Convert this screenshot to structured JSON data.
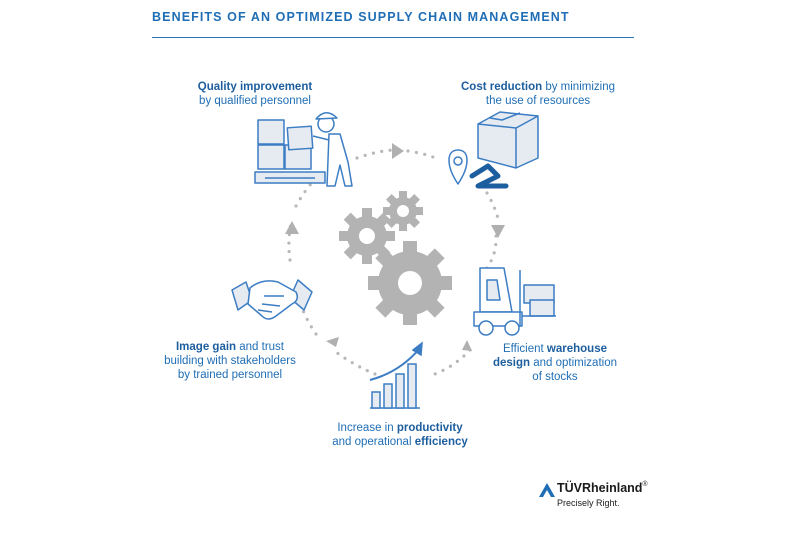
{
  "header": {
    "title": "BENEFITS OF AN OPTIMIZED SUPPLY CHAIN MANAGEMENT"
  },
  "benefits": {
    "quality": {
      "bold": "Quality improvement",
      "line2": "by qualified personnel"
    },
    "cost": {
      "bold": "Cost reduction",
      "rest": " by minimizing",
      "line2": "the use of resources"
    },
    "warehouse": {
      "pre": "Efficient ",
      "bold": "warehouse",
      "line2bold": "design",
      "line2rest": " and optimization",
      "line3": "of stocks"
    },
    "productivity": {
      "pre": "Increase in ",
      "bold": "productivity",
      "line2pre": "and operational ",
      "line2bold": "efficiency"
    },
    "image": {
      "bold": "Image gain",
      "rest": " and trust",
      "line2": "building with stakeholders",
      "line3": "by trained personnel"
    }
  },
  "logo": {
    "name": "TÜVRheinland",
    "registered": "®",
    "tagline": "Precisely Right."
  },
  "colors": {
    "accent": "#1f6eb5",
    "icon_stroke": "#3c7dc4",
    "icon_fill": "#e6ebf2",
    "gear": "#b3b3b3",
    "dots": "#b8b8b8"
  },
  "icons": [
    "worker-with-boxes-icon",
    "box-with-location-pin-icon",
    "forklift-icon",
    "growth-bar-chart-icon",
    "handshake-icon",
    "gears-icon"
  ]
}
